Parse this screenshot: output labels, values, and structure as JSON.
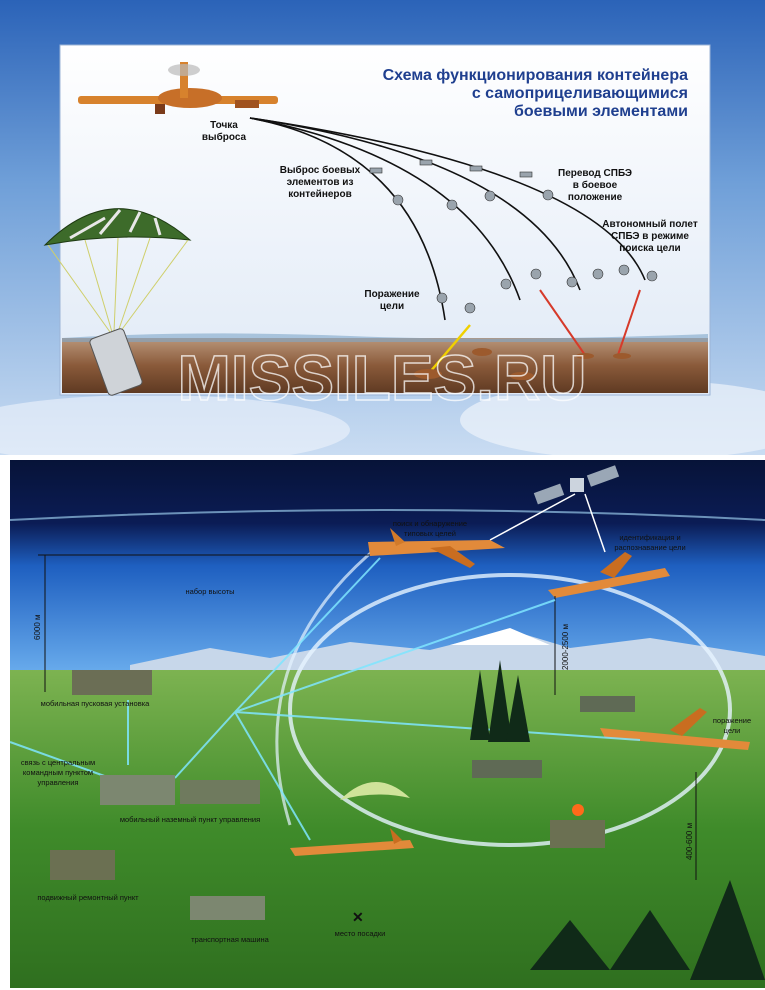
{
  "top": {
    "title_lines": [
      "Схема функционирования контейнера",
      "с самоприцеливающимися",
      "боевыми элементами"
    ],
    "labels": {
      "drop_point": [
        "Точка",
        "выброса"
      ],
      "release": [
        "Выброс боевых",
        "элементов из",
        "контейнеров"
      ],
      "transfer": [
        "Перевод СПБЭ",
        "в боевое",
        "положение"
      ],
      "autonomous": [
        "Автономный полет",
        "СПБЭ в режиме",
        "поиска цели"
      ],
      "target_hit": [
        "Поражение",
        "цели"
      ]
    },
    "watermark": "MISSILES.RU",
    "colors": {
      "title": "#1f3f8f",
      "panel": "#ffffff",
      "ground": "#8a5a3a",
      "sky": "#cfe0f3"
    }
  },
  "bottom": {
    "labels": {
      "search": [
        "поиск и обнаружение",
        "типовых целей"
      ],
      "identify": [
        "идентификация и",
        "распознавание цели"
      ],
      "climb": "набор высоты",
      "alt_6000": "6000 м",
      "alt_mid": "2000-2500 м",
      "alt_low": "400-600 м",
      "defeat": [
        "поражение",
        "цели"
      ],
      "launcher": "мобильная пусковая установка",
      "comms": [
        "связь с центральным",
        "командным пунктом",
        "управления"
      ],
      "ground_control": "мобильный наземный пункт управления",
      "repair": "подвижный ремонтный пункт",
      "transport": "транспортная машина",
      "landing": "место посадки"
    },
    "colors": {
      "sky_top": "#0b1c55",
      "sky": "#2f7fd6",
      "grass": "#3f8b2a",
      "beam": "#7fe6ff"
    }
  }
}
